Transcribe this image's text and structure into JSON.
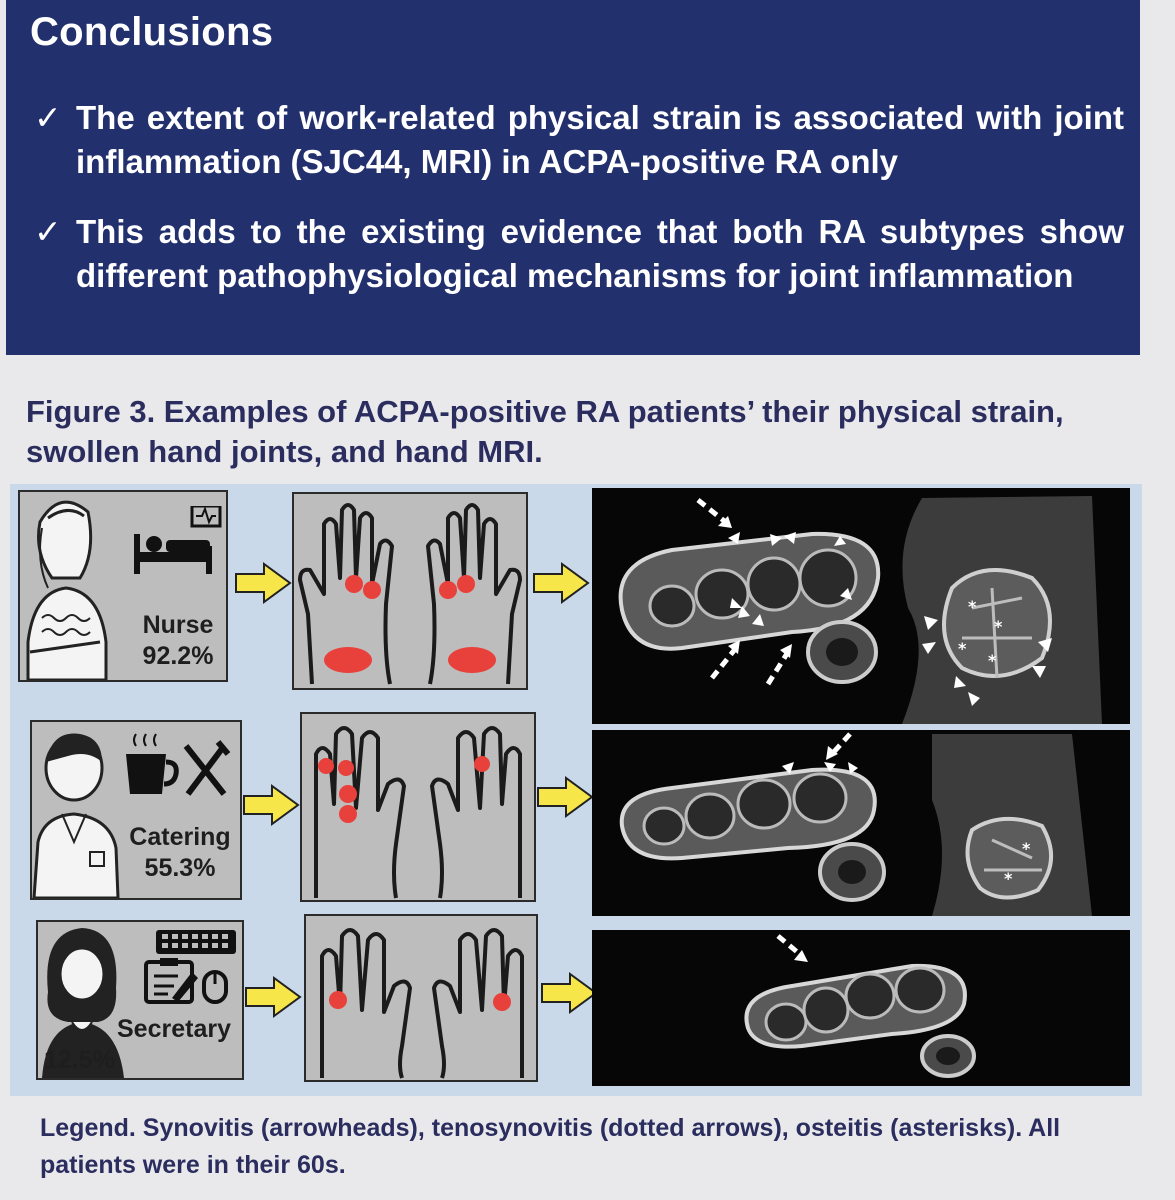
{
  "conclusions": {
    "title": "Conclusions",
    "check_glyph": "✓",
    "points": [
      "The extent of work-related physical strain is associated with joint inflammation (SJC44, MRI) in ACPA-positive RA only",
      "This adds to the existing evidence that both RA subtypes show different pathophysiological mechanisms for joint inflammation"
    ]
  },
  "figure": {
    "title": "Figure 3. Examples of ACPA-positive RA patients’ their physical strain, swollen hand joints, and hand MRI.",
    "rows": [
      {
        "job": "Nurse",
        "percent": "92.2%"
      },
      {
        "job": "Catering",
        "percent": "55.3%"
      },
      {
        "job": "Secretary",
        "percent": "12.5%"
      }
    ],
    "mri_marker": "*",
    "legend": "Legend. Synovitis (arrowheads), tenosynovitis (dotted arrows), osteitis (asterisks). All patients were in their 60s."
  },
  "colors": {
    "banner": "#23306e",
    "figure_bg": "#c9d9ea",
    "panel": "#bdbdbd",
    "arrow_fill": "#f6e64a",
    "joint_red": "#e8413c"
  }
}
